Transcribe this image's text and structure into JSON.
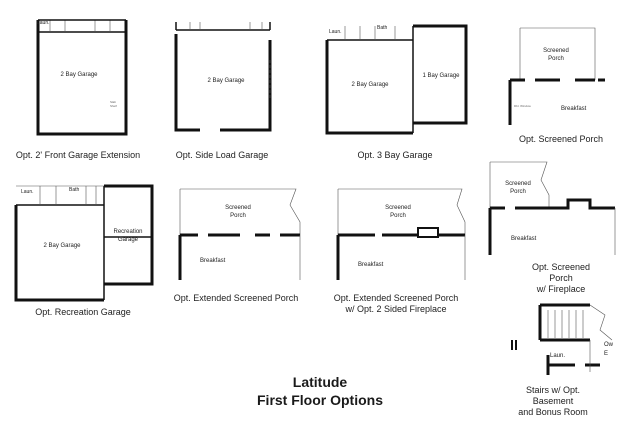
{
  "labels": {
    "laun": "Laun.",
    "bath": "Bath",
    "two_bay_garage": "2 Bay Garage",
    "one_bay_garage": "1 Bay Garage",
    "screened": "Screened",
    "porch": "Porch",
    "breakfast": "Breakfast",
    "recreation": "Recreation",
    "garage": "Garage",
    "ow": "Ow",
    "e": "E"
  },
  "captions": {
    "front_garage_ext": "Opt. 2' Front Garage Extension",
    "side_load": "Opt. Side Load Garage",
    "three_bay": "Opt. 3 Bay Garage",
    "screened_porch": "Opt. Screened Porch",
    "recreation_garage": "Opt. Recreation Garage",
    "extended_screened": "Opt. Extended Screened Porch",
    "extended_fireplace_1": "Opt. Extended Screened Porch",
    "extended_fireplace_2": "w/ Opt. 2 Sided Fireplace",
    "screened_fireplace_1": "Opt. Screened Porch",
    "screened_fireplace_2": "w/ Fireplace",
    "stairs_1": "Stairs w/ Opt. Basement",
    "stairs_2": "and Bonus Room"
  },
  "title": {
    "line1": "Latitude",
    "line2": "First Floor Options"
  }
}
